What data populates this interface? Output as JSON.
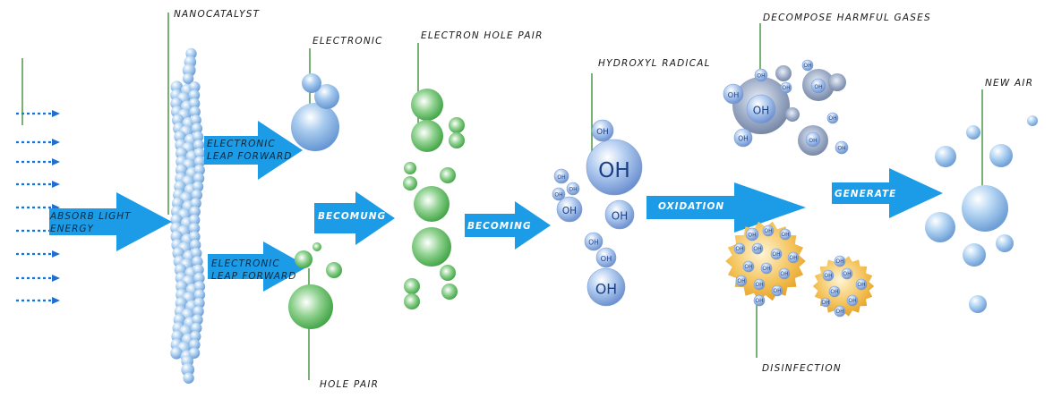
{
  "colors": {
    "arrow": "#1c9be6",
    "bubble": "#8fc0ec",
    "green": "#3aa53a",
    "orange": "#f1b335",
    "stem": "#3f8f3f",
    "dotted": "#1f6fd0"
  },
  "labels": {
    "nanocatalyst": "NANOCATALYST",
    "electronic": "ELECTRONIC",
    "electron_hole_pair": "ELECTRON HOLE PAIR",
    "hydroxyl_radical": "HYDROXYL RADICAL",
    "decompose": "DECOMPOSE HARMFUL GASES",
    "new_air": "NEW AIR",
    "hole_pair": "HOLE PAIR",
    "disinfection": "DISINFECTION"
  },
  "arrows": {
    "absorb_line1": "ABSORB LIGHT",
    "absorb_line2": "ENERGY",
    "leap_top_line1": "ELECTRONIC",
    "leap_top_line2": "LEAP FORWARD",
    "leap_bottom_line1": "ELECTRONIC",
    "leap_bottom_line2": "LEAP FORWARD",
    "becomung": "BECOMUNG",
    "becoming": "BECOMING",
    "oxidation": "OXIDATION",
    "generate": "GENERATE"
  },
  "oh": "OH"
}
